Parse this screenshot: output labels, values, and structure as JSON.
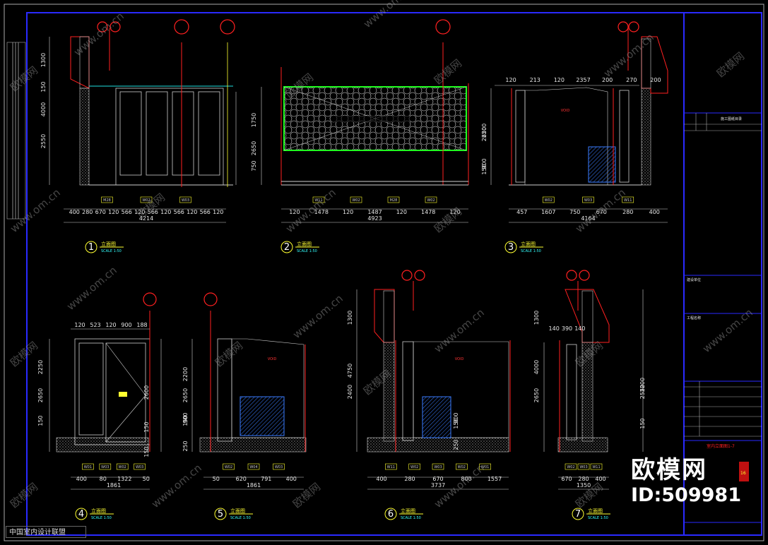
{
  "watermark": {
    "site": "www.om.cn",
    "brand": "欧模网"
  },
  "footer_text": "中国室内设计联盟",
  "logo": {
    "brand": "欧模网",
    "id": "ID:509981"
  },
  "title_block": {
    "header": "施工图纸目录",
    "construction_unit": "建设单位",
    "project_name": "工程名称",
    "drawing_name": "室内立面图1-7",
    "number_code": "16"
  },
  "panels": [
    {
      "number": "1",
      "title": "立面图",
      "scale": "SCALE 1:50",
      "dims_bottom": [
        "400",
        "280",
        "670",
        "120",
        "566",
        "120",
        "566",
        "120",
        "566",
        "120",
        "566",
        "120"
      ],
      "total": "4214",
      "vert": [
        "1300",
        "150",
        "4000",
        "2550"
      ],
      "tags": [
        "M28",
        "W02",
        "W03"
      ]
    },
    {
      "number": "2",
      "title": "立面图",
      "scale": "SCALE 1:50",
      "dims_bottom": [
        "120",
        "1478",
        "120",
        "1487",
        "120",
        "1478",
        "120"
      ],
      "total": "4923",
      "vert": [
        "1750",
        "2650",
        "750"
      ],
      "tags": [
        "W11",
        "W02",
        "M28",
        "W02"
      ]
    },
    {
      "number": "3",
      "title": "立面图",
      "scale": "SCALE 1:50",
      "dims_bottom": [
        "457",
        "1607",
        "750",
        "670",
        "280",
        "400"
      ],
      "total": "4164",
      "top_dims": [
        "120",
        "213",
        "120",
        "2357",
        "200",
        "270",
        "200"
      ],
      "vert": [
        "2650",
        "2200",
        "150",
        "900"
      ],
      "void": "VOID",
      "tags": [
        "W02",
        "W03",
        "W11"
      ]
    },
    {
      "number": "4",
      "title": "立面图",
      "scale": "SCALE 1:50",
      "dims_bottom": [
        "400",
        "80",
        "1322",
        "50"
      ],
      "total": "1861",
      "top_dims": [
        "120",
        "523",
        "120",
        "900",
        "188"
      ],
      "vert": [
        "2650",
        "2250",
        "150",
        "2600",
        "150",
        "150"
      ],
      "tags": [
        "W01",
        "W03",
        "W02",
        "W03"
      ]
    },
    {
      "number": "5",
      "title": "立面图",
      "scale": "SCALE 1:50",
      "dims_bottom": [
        "50",
        "620",
        "791",
        "400"
      ],
      "total": "1861",
      "vert": [
        "2650",
        "2200",
        "150",
        "900",
        "250"
      ],
      "void": "VOID",
      "tags": [
        "W02",
        "W04",
        "W03"
      ]
    },
    {
      "number": "6",
      "title": "立面图",
      "scale": "SCALE 1:50",
      "dims_bottom": [
        "400",
        "280",
        "670",
        "800",
        "1557"
      ],
      "total": "3737",
      "vert": [
        "1300",
        "4750",
        "2400",
        "150",
        "250",
        "900"
      ],
      "void": "VOID",
      "tags": [
        "W11",
        "W02",
        "W03",
        "W02",
        "W01"
      ]
    },
    {
      "number": "7",
      "title": "立面图",
      "scale": "SCALE 1:50",
      "dims_bottom": [
        "670",
        "280",
        "400"
      ],
      "total": "1350",
      "top_dims": [
        "140",
        "390",
        "140"
      ],
      "vert": [
        "1300",
        "4000",
        "2650",
        "2200",
        "150",
        "2550"
      ],
      "tags": [
        "W02",
        "W03",
        "W11"
      ]
    }
  ],
  "colors": {
    "frame": "#2a2aff",
    "red": "#ff2020",
    "cyan": "#20e0e0",
    "green": "#20ff20",
    "yellow": "#ffff30",
    "grey": "#cfcfcf"
  }
}
